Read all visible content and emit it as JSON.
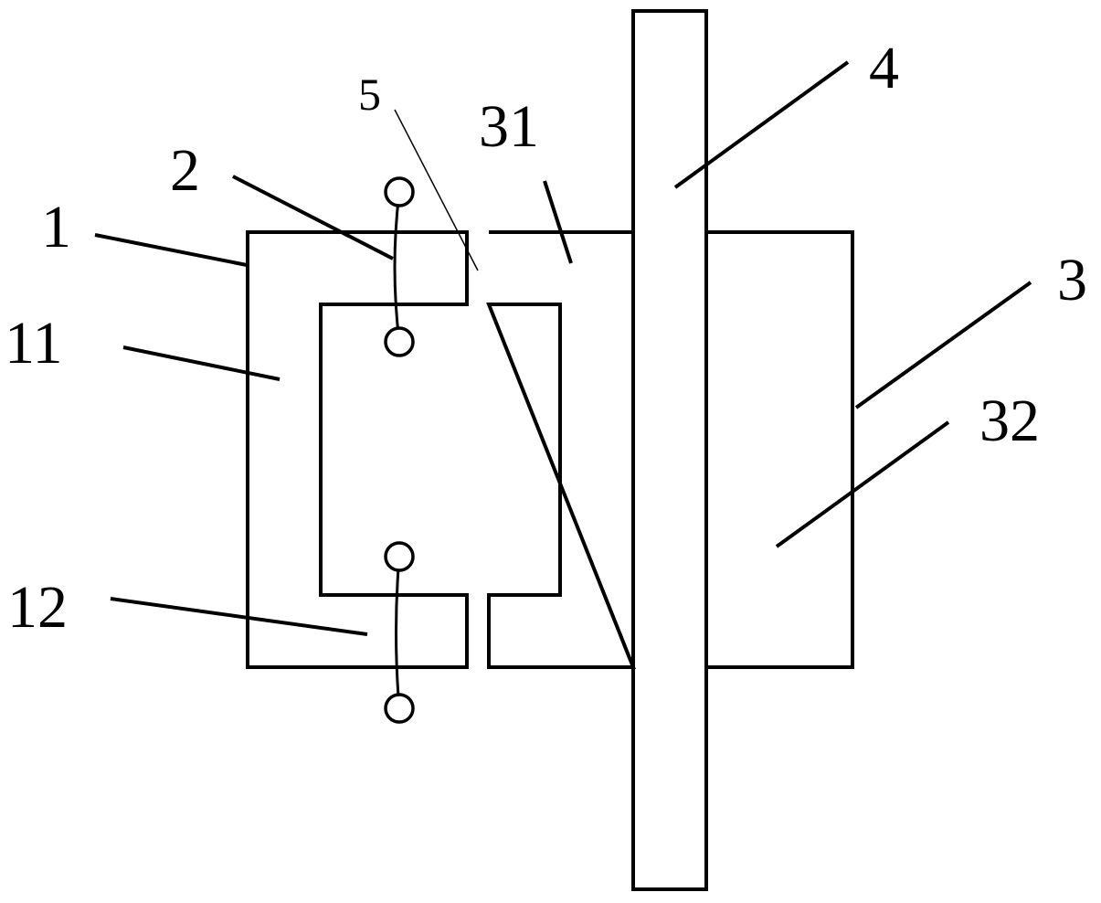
{
  "diagram": {
    "type": "technical-schematic",
    "labels": {
      "part_1": "1",
      "part_2": "2",
      "part_3": "3",
      "part_4": "4",
      "part_5": "5",
      "part_11": "11",
      "part_12": "12",
      "part_31": "31",
      "part_32": "32"
    },
    "colors": {
      "stroke": "#000000",
      "background": "#ffffff"
    }
  }
}
